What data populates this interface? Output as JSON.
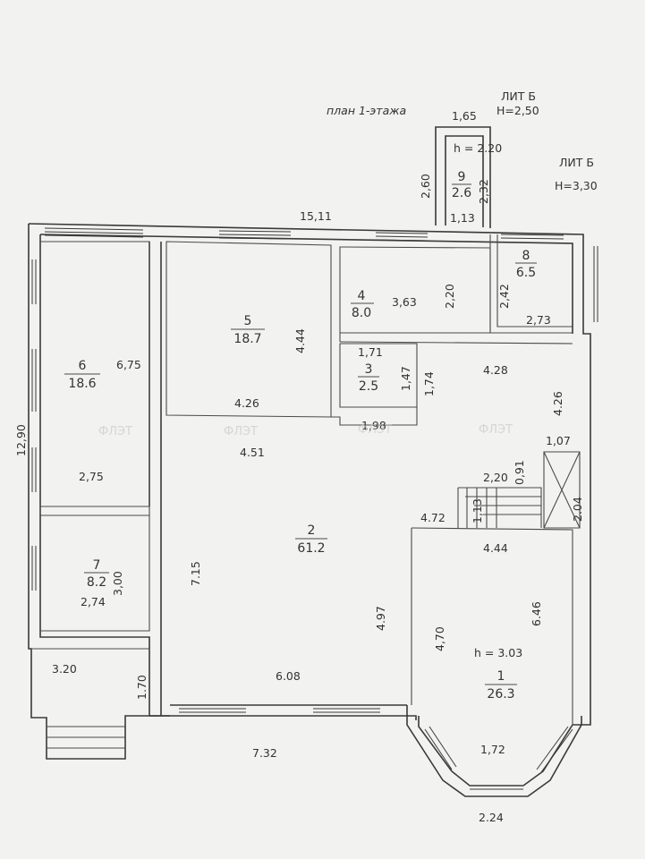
{
  "header": {
    "plan_title": "план 1-этажа",
    "lit_b_1": "ЛИТ Б",
    "height_1": "H=2,50",
    "lit_b_2": "ЛИТ Б",
    "height_2": "H=3,30"
  },
  "rooms": [
    {
      "number": "1",
      "area": "26.3"
    },
    {
      "number": "2",
      "area": "61.2"
    },
    {
      "number": "3",
      "area": "2.5"
    },
    {
      "number": "4",
      "area": "8.0"
    },
    {
      "number": "5",
      "area": "18.7"
    },
    {
      "number": "6",
      "area": "18.6"
    },
    {
      "number": "7",
      "area": "8.2"
    },
    {
      "number": "8",
      "area": "6.5"
    },
    {
      "number": "9",
      "area": "2.6"
    }
  ],
  "heights": {
    "room9": "h = 2.20",
    "room1": "h = 3.03"
  },
  "dimensions": {
    "top_total": "15,11",
    "left_total": "12,90",
    "bottom_left": "7.32",
    "bottom_bay": "2.24",
    "bay_inner": "1,72",
    "ext_width": "1,65",
    "ext_height": "2,60",
    "r9_width": "1,13",
    "r9_height": "2,32",
    "r4_width": "3,63",
    "r4_height": "2,20",
    "r8_width": "2,73",
    "r8_height": "2,42",
    "r5_height": "4.44",
    "r5_width": "4.26",
    "r6_height": "6,75",
    "r6_width": "2,75",
    "r3_width": "1,71",
    "r3_height": "1,47",
    "corr_height": "1,74",
    "corr_width": "1,98",
    "hall_width": "4.28",
    "hall_height": "4.26",
    "r2_top": "4.51",
    "r2_left": "7.15",
    "r2_right": "4.97",
    "r2_bottom": "6.08",
    "r7_height": "3,00",
    "r7_width": "2,74",
    "porch_width": "3.20",
    "porch_height": "1.70",
    "stair_top": "1,07",
    "stair_width": "2,20",
    "stair_a": "0,91",
    "stair_b": "1,13",
    "stair_c": "2.04",
    "r1_top_out": "4.72",
    "r1_width": "4.44",
    "r1_height": "6.46",
    "r1_left": "4,70"
  },
  "watermark": "ФЛЭТ"
}
